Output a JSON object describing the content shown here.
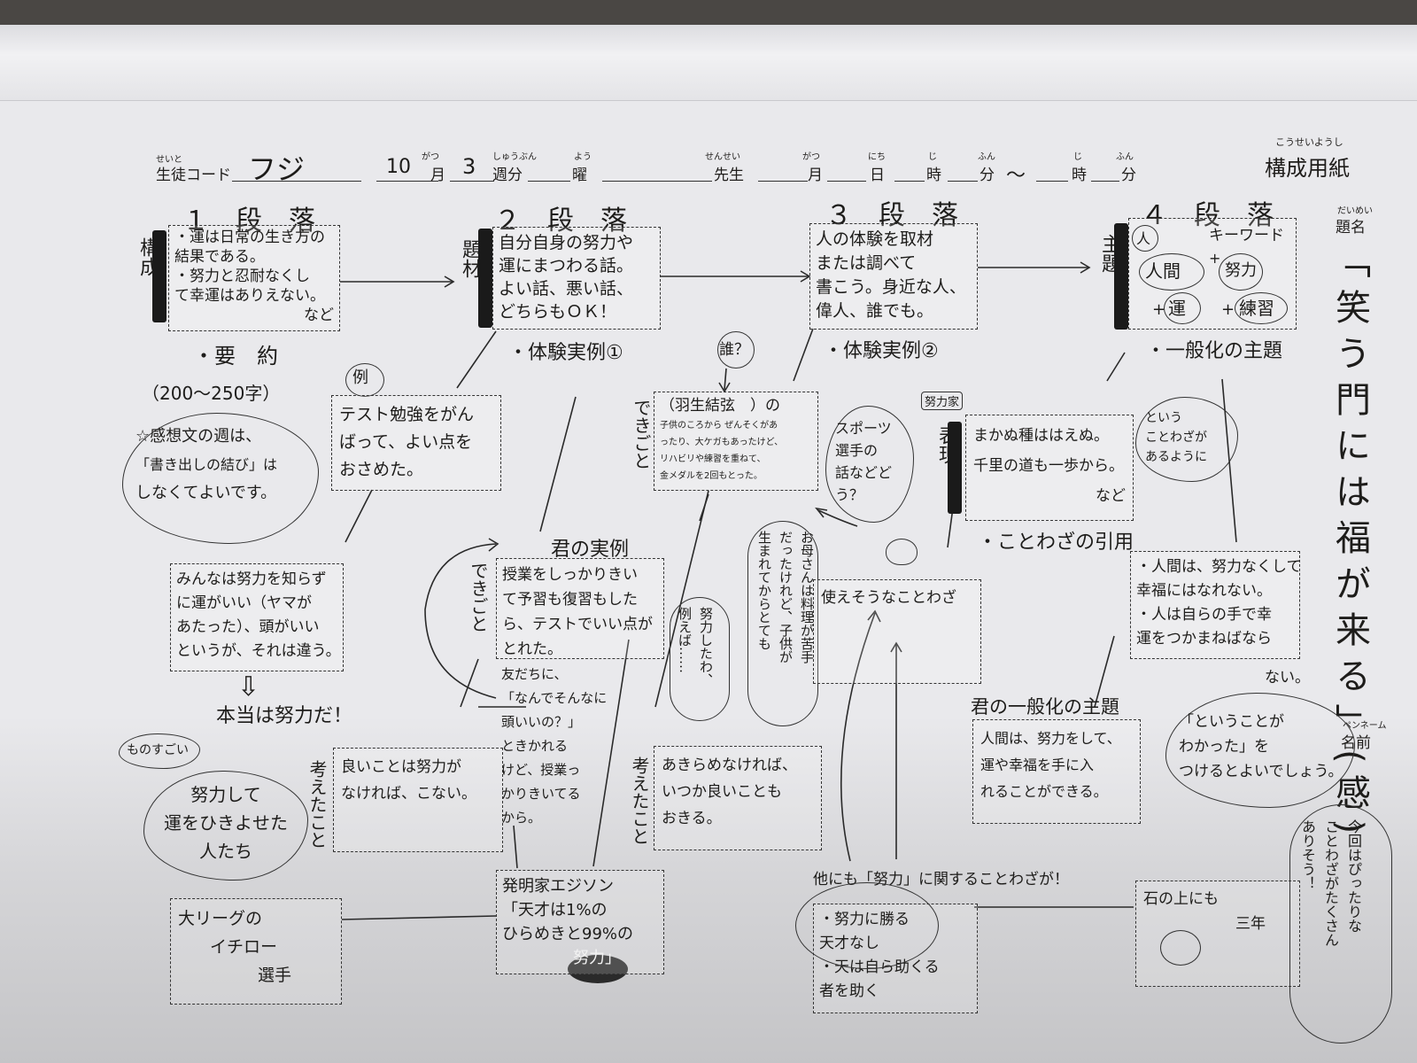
{
  "header": {
    "student_code_label": "生徒コード",
    "student_code_value": "フジ",
    "month_value": "10",
    "month_label": "月",
    "week_value": "3",
    "week_label": "週分",
    "day_label": "曜",
    "teacher_label": "先生",
    "date_month_label": "月",
    "date_day_label": "日",
    "hour_label": "時",
    "minute_label": "分",
    "tilde": "～",
    "hour2_label": "時",
    "minute2_label": "分",
    "sheet_title": "構成用紙",
    "ruby_seito": "せいと",
    "ruby_gatsu": "がつ",
    "ruby_shuubun": "しゅうぶん",
    "ruby_you": "よう",
    "ruby_sensei": "せんせい",
    "ruby_gatsu2": "がつ",
    "ruby_nichi": "にち",
    "ruby_ji": "じ",
    "ruby_fun": "ふん",
    "ruby_ji2": "じ",
    "ruby_fun2": "ふん",
    "ruby_kousei": "こうせいようし"
  },
  "side": {
    "title_label": "題名",
    "title_ruby": "だいめい",
    "title_text": "「笑う門には福が来る」(感)",
    "penname_ruby": "ペンネーム",
    "penname_label": "名前"
  },
  "paragraphs": [
    {
      "heading": "１　段　落",
      "side_label": "構成",
      "lines": [
        "・運は日常の生き方の",
        "結果である。",
        "・努力と忍耐なくし",
        "て幸運はありえない。",
        "など"
      ],
      "caption": "・要　約"
    },
    {
      "heading": "２　段　落",
      "side_label": "題材",
      "lines": [
        "自分自身の努力や",
        "運にまつわる話。",
        "よい話、悪い話、",
        "どちらもＯＫ！"
      ],
      "caption": "・体験実例①"
    },
    {
      "heading": "３　段　落",
      "lines": [
        "人の体験を取材",
        "または調べて",
        "書こう。身近な人、",
        "偉人、誰でも。"
      ],
      "caption": "・体験実例②"
    },
    {
      "heading": "４　段　落",
      "side_label": "主題",
      "keyword_label": "キーワード",
      "keywords": [
        "人",
        "人間",
        "努力",
        "運",
        "練習"
      ],
      "plus": "+",
      "caption": "・一般化の主題"
    }
  ],
  "col1": {
    "summary_note": "（200～250字）",
    "impression_note": [
      "☆感想文の週は、",
      "「書き出しの結び」は",
      "しなくてよいです。"
    ],
    "example_tag": "例",
    "example_box": [
      "テスト勉強をがん",
      "ばって、よい点を",
      "おさめた。"
    ],
    "mistake_box": [
      "みんなは努力を知らず",
      "に運がいい（ヤマが",
      "あたった）、頭がいい",
      "というが、それは違う。"
    ],
    "arrow_down": "⇩",
    "truth": "本当は努力だ！",
    "great_tag": "ものすごい",
    "people_bubble": [
      "努力して",
      "運をひきよせた",
      "人たち"
    ],
    "thoughts_box": [
      "良いことは努力が",
      "なければ、こない。"
    ],
    "thoughts_label": "考えたこと",
    "ichiro_box": [
      "大リーグの",
      "イチロー",
      "選手"
    ]
  },
  "col2": {
    "your_example": "君の実例",
    "event_label": "できごと",
    "class_box": [
      "授業をしっかりきい",
      "て予習も復習もした",
      "ら、テストでいい点が",
      "とれた。"
    ],
    "friends_note": [
      "友だちに、",
      "「なんでそんなに",
      "頭いいの？」",
      "ときかれる",
      "けど、授業っ",
      "かりきいてる",
      "から。"
    ],
    "edison_box": [
      "発明家エジソン",
      "「天才は1%の",
      "ひらめきと99%の",
      "努力」"
    ]
  },
  "col3": {
    "who_tag": "誰？",
    "event_label": "できごと",
    "hanyu_box": [
      "（羽生結弦　）の",
      "子供のころから ぜんそくがあ",
      "ったり、大ケガもあったけど、",
      "リハビリや練習を重ねて、",
      "金メダルを2回もとった。"
    ],
    "mother_note": [
      "お母さんは料理が苦手",
      "だったけれど、子供が",
      "生まれてからとても"
    ],
    "effort_note": [
      "努力したわ、",
      "例えば……"
    ],
    "giveup_box": [
      "あきらめなければ、",
      "いつか良いことも",
      "おきる。"
    ],
    "thoughts_label": "考えたこと",
    "sports_bubble": [
      "スポーツ",
      "選手の",
      "話などど",
      "う？"
    ],
    "hard_worker_tag": "努力家",
    "usable_box": "使えそうなことわざ",
    "other_note": "他にも「努力」に関することわざが！",
    "proverbs_box": [
      "・努力に勝る",
      "天才なし",
      "・天は自ら助くる",
      "者を助く"
    ]
  },
  "col4": {
    "proverb_box": [
      "まかぬ種ははえぬ。",
      "千里の道も一歩から。",
      "など"
    ],
    "proverb_label": "表現",
    "proverb_caption": "・ことわざの引用",
    "like_bubble": [
      "という",
      "ことわざが",
      "あるように"
    ],
    "general_box": [
      "・人間は、努力なくして",
      "幸福にはなれない。",
      "・人は自らの手で幸",
      "運をつかまねばなら",
      "ない。"
    ],
    "your_general": "君の一般化の主題",
    "your_general_box": [
      "人間は、努力をして、",
      "運や幸福を手に入",
      "れることができる。"
    ],
    "understood_bubble": [
      "「ということが",
      "わかった」を",
      "つけるとよいでしょう。"
    ],
    "stone_box": [
      "石の上にも",
      "三年"
    ],
    "many_bubble": [
      "今回はぴったりな",
      "ことわざがたくさん",
      "ありそう！"
    ]
  }
}
